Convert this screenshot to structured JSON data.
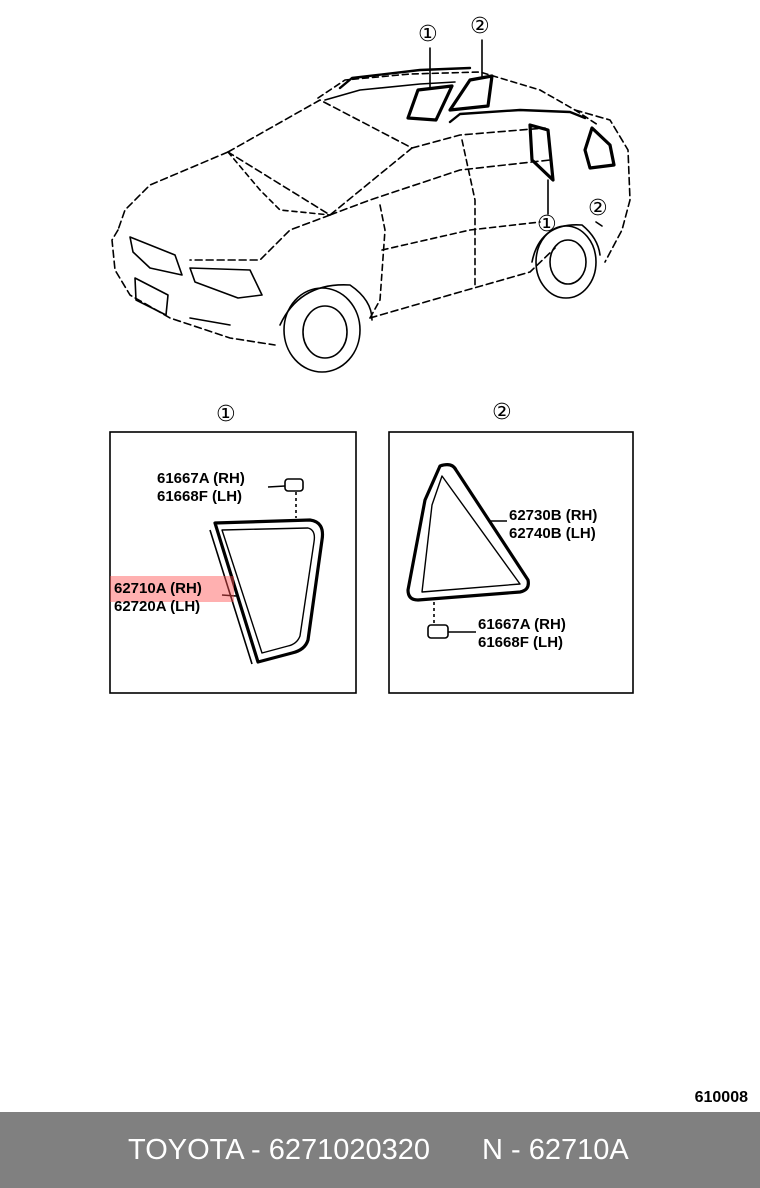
{
  "callouts": {
    "car_1_top": "①",
    "car_2_top": "②",
    "car_1_side": "①",
    "car_2_side": "②",
    "panel_1": "①",
    "panel_2": "②"
  },
  "panel1": {
    "clip_rh": "61667A (RH)",
    "clip_lh": "61668F (LH)",
    "glass_rh": "62710A (RH)",
    "glass_lh": "62720A (LH)"
  },
  "panel2": {
    "glass_rh": "62730B (RH)",
    "glass_lh": "62740B (LH)",
    "clip_rh": "61667A (RH)",
    "clip_lh": "61668F (LH)"
  },
  "diagram_code": "610008",
  "footer": {
    "left": "TOYOTA - 6271020320",
    "right": "N - 62710A"
  },
  "colors": {
    "highlight": "#ff5050",
    "footer_bg": "#808080"
  }
}
